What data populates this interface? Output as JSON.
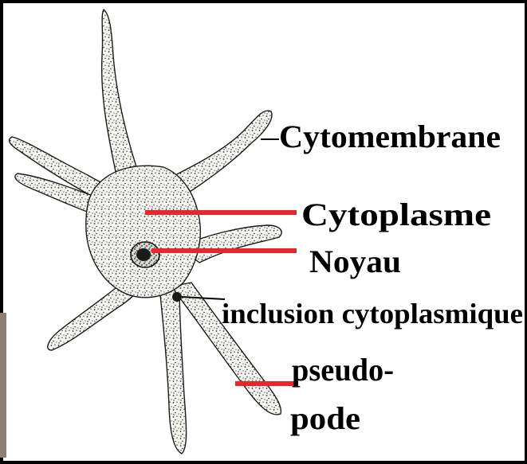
{
  "labels": {
    "cytomembrane": "Cytomembrane",
    "cytoplasme": "Cytoplasme",
    "noyau": "Noyau",
    "inclusion": "inclusion cytoplasmique",
    "pseudo": "pseudo-",
    "pode": "pode"
  },
  "colors": {
    "background_frame": "#000000",
    "panel": "#ffffff",
    "cell_fill": "#f6f6f2",
    "stipple": "#2a2a2a",
    "outline": "#1a1a1a",
    "pointer_red": "#e8262b",
    "pointer_black": "#000000",
    "left_bar": "#8c7f78"
  },
  "icons": {
    "cell": "amoeba-illustration",
    "nucleus": "nucleus-blob",
    "inclusion": "inclusion-dot"
  }
}
